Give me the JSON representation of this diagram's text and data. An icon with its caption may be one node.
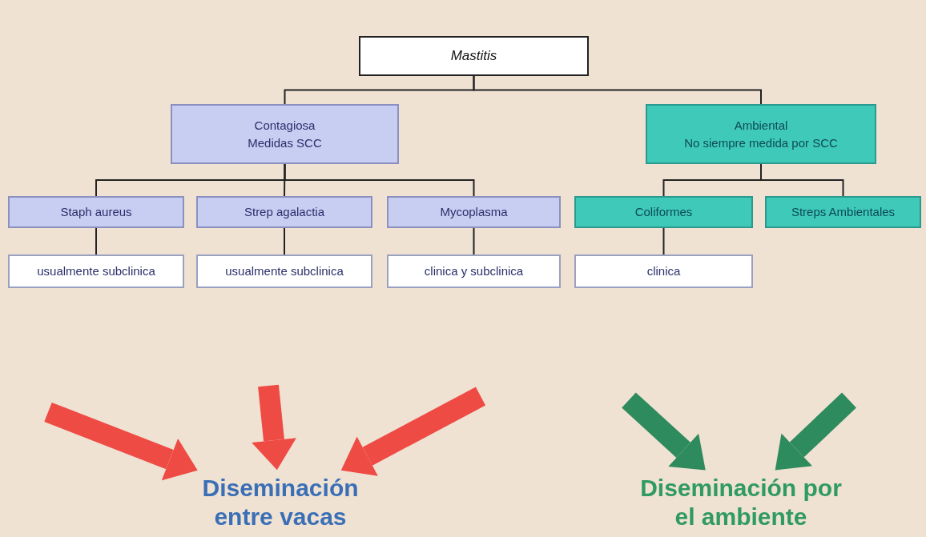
{
  "diagram": {
    "nodes": [
      {
        "text": [
          "Mastitis"
        ]
      },
      {
        "text": [
          "Contagiosa",
          "Medidas SCC"
        ]
      },
      {
        "text": [
          "Ambiental",
          "No siempre medida por SCC"
        ]
      },
      {
        "text": [
          "Staph aureus"
        ]
      },
      {
        "text": [
          "Strep agalactia"
        ]
      },
      {
        "text": [
          "Mycoplasma"
        ]
      },
      {
        "text": [
          "Coliformes"
        ]
      },
      {
        "text": [
          "Streps Ambientales"
        ]
      },
      {
        "text": [
          "usualmente subclinica"
        ]
      },
      {
        "text": [
          "usualmente subclinica"
        ]
      },
      {
        "text": [
          "clinica y subclinica"
        ]
      },
      {
        "text": [
          "clinica"
        ]
      },
      {
        "text": [
          "Diseminación entre vacas"
        ]
      },
      {
        "text": [
          "Diseminación por el ambiente"
        ]
      }
    ],
    "edges": [
      {
        "from": 0,
        "to": 1,
        "arrow": "none"
      },
      {
        "from": 0,
        "to": 2,
        "arrow": "none"
      },
      {
        "from": 1,
        "to": 3,
        "arrow": "none"
      },
      {
        "from": 1,
        "to": 4,
        "arrow": "none"
      },
      {
        "from": 1,
        "to": 5,
        "arrow": "none"
      },
      {
        "from": 2,
        "to": 6,
        "arrow": "none"
      },
      {
        "from": 2,
        "to": 7,
        "arrow": "none"
      },
      {
        "from": 3,
        "to": 8,
        "arrow": "none"
      },
      {
        "from": 4,
        "to": 9,
        "arrow": "none"
      },
      {
        "from": 5,
        "to": 10,
        "arrow": "none"
      },
      {
        "from": 6,
        "to": 11,
        "arrow": "none"
      },
      {
        "from": null,
        "to": 12,
        "arrow": "to",
        "style": "thick",
        "color": "#ee4b45"
      },
      {
        "from": null,
        "to": 12,
        "arrow": "to",
        "style": "thick",
        "color": "#ee4b45"
      },
      {
        "from": null,
        "to": 12,
        "arrow": "to",
        "style": "thick",
        "color": "#ee4b45"
      },
      {
        "from": null,
        "to": 13,
        "arrow": "to",
        "style": "thick",
        "color": "#2e8b5e"
      },
      {
        "from": null,
        "to": 13,
        "arrow": "to",
        "style": "thick",
        "color": "#2e8b5e"
      }
    ]
  }
}
